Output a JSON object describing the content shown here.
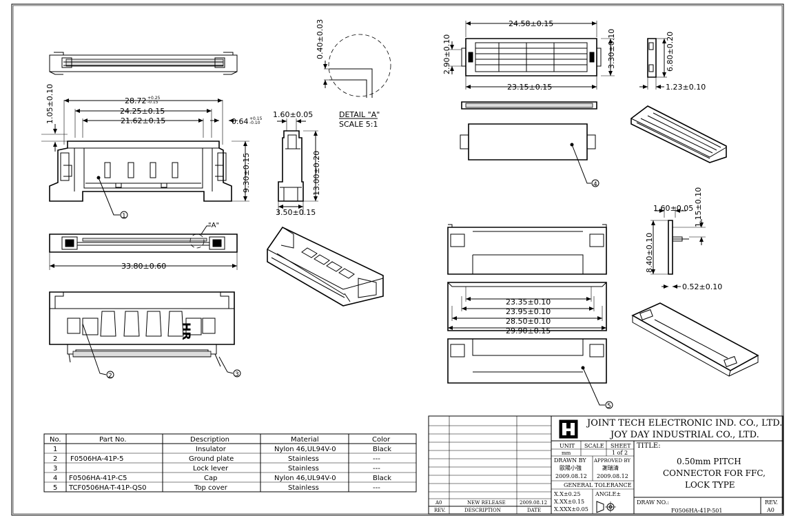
{
  "dims": {
    "top_left_height": "1.05±0.10",
    "w_2872": "28.72",
    "w_2872_tol_up": "+0.25",
    "w_2872_tol_dn": "-0.15",
    "w_2425": "24.25±0.15",
    "w_2162": "21.62±0.15",
    "w_064": "0.64",
    "w_064_tol_up": "+0.15",
    "w_064_tol_dn": "-0.10",
    "h_930": "9.30±0.15",
    "w_3380": "33.80±0.60",
    "side_160": "1.60±0.05",
    "side_1300": "13.00±0.20",
    "side_350": "3.50±0.15",
    "detail_040": "0.40±0.03",
    "detail_ref": "\"A\"",
    "detail_title": "DETAIL \"A\"",
    "detail_scale": "SCALE 5:1",
    "cap_2458": "24.58±0.15",
    "cap_290": "2.90±0.10",
    "cap_330": "3.30±0.10",
    "cap_2315": "23.15±0.15",
    "cap_680": "6.80±0.20",
    "cap_123": "1.23±0.10",
    "tc_115": "1.15±0.10",
    "tc_160": "1.60±0.05",
    "tc_840": "8.40±0.10",
    "tc_052": "0.52±0.10",
    "tc_2335": "23.35±0.10",
    "tc_2395": "23.95±0.10",
    "tc_2850": "28.50±0.10",
    "tc_2990": "29.90±0.15",
    "hr_mark": "HR"
  },
  "balloons": [
    "1",
    "2",
    "3",
    "4",
    "5"
  ],
  "bom": {
    "headers": [
      "No.",
      "Part No.",
      "Description",
      "Material",
      "Color"
    ],
    "rows": [
      {
        "no": "1",
        "part": "",
        "desc": "Insulator",
        "material": "Nylon 46,UL94V-0",
        "color": "Black"
      },
      {
        "no": "2",
        "part": "F0506HA-41P-5",
        "desc": "Ground plate",
        "material": "Stainless",
        "color": "---"
      },
      {
        "no": "3",
        "part": "",
        "desc": "Lock lever",
        "material": "Stainless",
        "color": "---"
      },
      {
        "no": "4",
        "part": "F0506HA-41P-C5",
        "desc": "Cap",
        "material": "Nylon 46,UL94V-0",
        "color": "Black"
      },
      {
        "no": "5",
        "part": "TCF0506HA-T-41P-QS0",
        "desc": "Top cover",
        "material": "Stainless",
        "color": "---"
      }
    ]
  },
  "title_block": {
    "company_1": "JOINT TECH ELECTRONIC IND. CO., LTD.",
    "company_2": "JOY DAY INDUSTRIAL CO., LTD.",
    "title_label": "TITLE:",
    "title_1": "0.50mm PITCH",
    "title_2": "CONNECTOR FOR FFC,",
    "title_3": "LOCK TYPE",
    "unit_label": "UNIT",
    "unit_value": "mm",
    "scale_label": "SCALE",
    "sheet_label": "SHEET",
    "sheet_value": "1 of 2",
    "drawn_by_label": "DRAWN BY",
    "drawn_by": "歐陽小強",
    "drawn_date": "2009.08.12",
    "approved_by_label": "APPROVED BY",
    "approved_by": "謝瑞清",
    "approved_date": "2009.08.12",
    "tol_label": "GENERAL TOLERANCE",
    "tol_1": "X.X±0.25",
    "tol_2": "X.XX±0.15",
    "tol_3": "X.XXX±0.05",
    "angle_label": "ANGLE±",
    "draw_no_label": "DRAW NO.:",
    "draw_no": "F0506HA-41P-501",
    "rev_label": "REV.",
    "rev_value": "A0",
    "rev_rev": "A0",
    "rev_desc": "NEW RELEASE",
    "rev_date": "2009.08.12",
    "rev_col": "REV.",
    "desc_col": "DESCRIPTION",
    "date_col": "DATE"
  }
}
